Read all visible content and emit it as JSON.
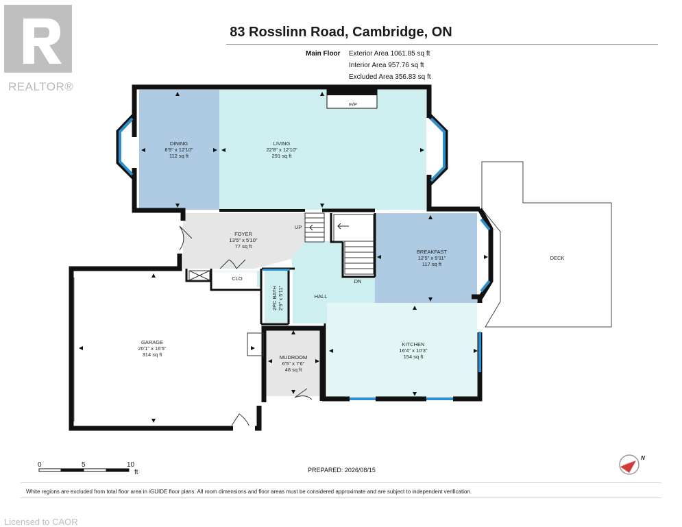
{
  "brand": {
    "logo_text": "REALTOR®"
  },
  "title": "83 Rosslinn Road, Cambridge, ON",
  "floor": {
    "name": "Main Floor",
    "exterior": "Exterior Area 1061.85 sq ft",
    "interior": "Interior Area 957.76 sq ft",
    "excluded": "Excluded Area 356.83 sq ft"
  },
  "rooms": {
    "dining": {
      "name": "DINING",
      "dims": "8'9\" x 12'10\"",
      "area": "112 sq ft"
    },
    "living": {
      "name": "LIVING",
      "dims": "22'8\" x 12'10\"",
      "area": "291 sq ft"
    },
    "foyer": {
      "name": "FOYER",
      "dims": "13'5\" x 5'10\"",
      "area": "77 sq ft"
    },
    "breakfast": {
      "name": "BREAKFAST",
      "dims": "12'5\" x 9'11\"",
      "area": "117 sq ft"
    },
    "garage": {
      "name": "GARAGE",
      "dims": "20'1\" x 16'5\"",
      "area": "314 sq ft"
    },
    "kitchen": {
      "name": "KITCHEN",
      "dims": "16'4\" x 10'3\"",
      "area": "154 sq ft"
    },
    "mudroom": {
      "name": "MUDROOM",
      "dims": "6'5\" x 7'6\"",
      "area": "48 sq ft"
    },
    "bath": {
      "name": "2PC BATH",
      "dims": "2'9\" x 5'11\""
    },
    "hall": {
      "name": "HALL"
    },
    "clo": {
      "name": "CLO"
    },
    "deck": {
      "name": "DECK"
    },
    "fp": {
      "name": "F/P"
    },
    "up": {
      "name": "UP"
    },
    "dn": {
      "name": "DN"
    }
  },
  "scale": {
    "labels": [
      "0",
      "5",
      "10"
    ],
    "unit": "ft"
  },
  "compass": {
    "label": "N"
  },
  "prepared": "PREPARED: 2026/08/15",
  "disclaimer": "White regions are excluded from total floor area in iGUIDE floor plans. All room dimensions and floor areas must be considered approximate and are subject to independent verification.",
  "licensed": "Licensed to CAOR",
  "colors": {
    "dining": "#aecbe3",
    "living": "#cdeff0",
    "foyer": "#e6e6e6",
    "breakfast": "#aecbe3",
    "kitchen": "#e3f6f6",
    "hall": "#cdeff0",
    "wall": "#111111",
    "window": "#2e8fcf"
  }
}
